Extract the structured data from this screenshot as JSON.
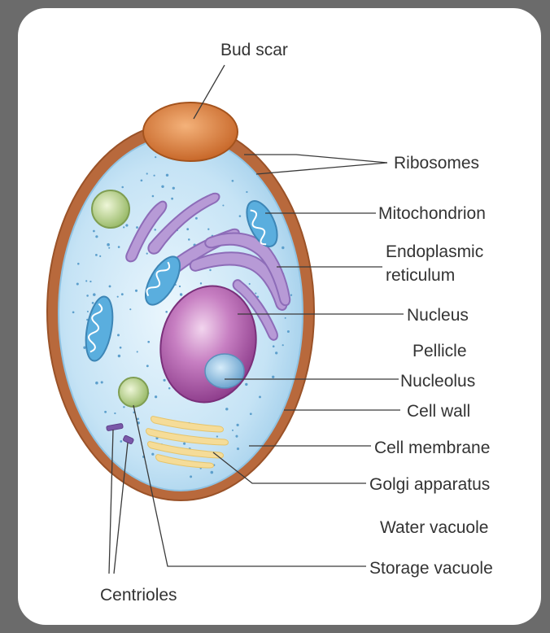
{
  "labels": {
    "bud_scar": "Bud scar",
    "ribosomes": "Ribosomes",
    "mitochondrion": "Mitochondrion",
    "endoplasmic_reticulum_1": "Endoplasmic",
    "endoplasmic_reticulum_2": "reticulum",
    "nucleus": "Nucleus",
    "pellicle": "Pellicle",
    "nucleolus": "Nucleolus",
    "cell_wall": "Cell wall",
    "cell_membrane": "Cell membrane",
    "golgi_apparatus": "Golgi apparatus",
    "water_vacuole": "Water vacuole",
    "storage_vacuole": "Storage vacuole",
    "centrioles": "Centrioles"
  }
}
